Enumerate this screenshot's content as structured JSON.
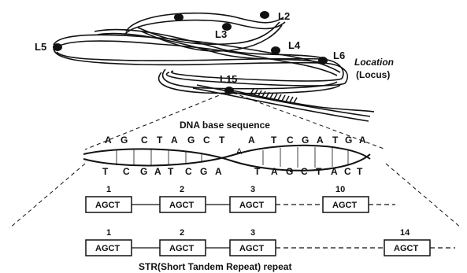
{
  "chromosome": {
    "loci": [
      "L2",
      "L3",
      "L4",
      "L5",
      "L6",
      "L15"
    ],
    "location_label": "Location",
    "locus_label": "(Locus)"
  },
  "dna": {
    "title": "DNA base sequence",
    "top_strand": [
      "A",
      "G",
      "C",
      "T",
      "A",
      "G",
      "C",
      "T",
      "A",
      "T",
      "C",
      "G",
      "A",
      "T",
      "G",
      "A"
    ],
    "bottom_strand": [
      "T",
      "C",
      "G",
      "A",
      "T",
      "C",
      "G",
      "A",
      "T",
      "A",
      "G",
      "C",
      "T",
      "A",
      "C",
      "T"
    ],
    "crossover_letter": "A"
  },
  "str_row1": {
    "numbers": [
      "1",
      "2",
      "3",
      "10"
    ],
    "unit": "AGCT"
  },
  "str_row2": {
    "numbers": [
      "1",
      "2",
      "3",
      "14"
    ],
    "unit": "AGCT"
  },
  "caption": "STR(Short Tandem Repeat) repeat"
}
